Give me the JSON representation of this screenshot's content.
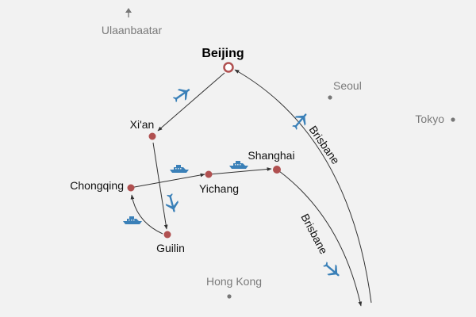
{
  "map": {
    "origin": {
      "name": "Beijing"
    },
    "stops": [
      {
        "id": "xian",
        "name": "Xi'an"
      },
      {
        "id": "chongqing",
        "name": "Chongqing"
      },
      {
        "id": "yichang",
        "name": "Yichang"
      },
      {
        "id": "shanghai",
        "name": "Shanghai"
      },
      {
        "id": "guilin",
        "name": "Guilin"
      }
    ],
    "reference_places": [
      {
        "id": "ulaanbaatar",
        "name": "Ulaanbaatar"
      },
      {
        "id": "seoul",
        "name": "Seoul"
      },
      {
        "id": "tokyo",
        "name": "Tokyo"
      },
      {
        "id": "hongkong",
        "name": "Hong Kong"
      }
    ],
    "routes": [
      {
        "id": "beijing-xian",
        "from": "Beijing",
        "to": "Xi'an",
        "mode": "plane-icon"
      },
      {
        "id": "xian-guilin",
        "from": "Xi'an",
        "to": "Guilin",
        "mode": "plane-icon"
      },
      {
        "id": "guilin-chongqing",
        "from": "Guilin",
        "to": "Chongqing",
        "mode": "boat-icon"
      },
      {
        "id": "chongqing-yichang",
        "from": "Chongqing",
        "to": "Yichang",
        "mode": "boat-icon"
      },
      {
        "id": "yichang-shanghai",
        "from": "Yichang",
        "to": "Shanghai",
        "mode": "boat-icon"
      },
      {
        "id": "brisbane-beijing",
        "from": "Brisbane",
        "to": "Beijing",
        "mode": "plane-icon",
        "label": "Brisbane"
      },
      {
        "id": "shanghai-brisbane",
        "from": "Shanghai",
        "to": "Brisbane",
        "mode": "plane-icon",
        "label": "Brisbane"
      }
    ],
    "colors": {
      "background": "#f2f2f2",
      "stop_marker": "#b05050",
      "reference_marker": "#777777",
      "transport_icon": "#3a80b8",
      "route_line": "#333333"
    }
  }
}
